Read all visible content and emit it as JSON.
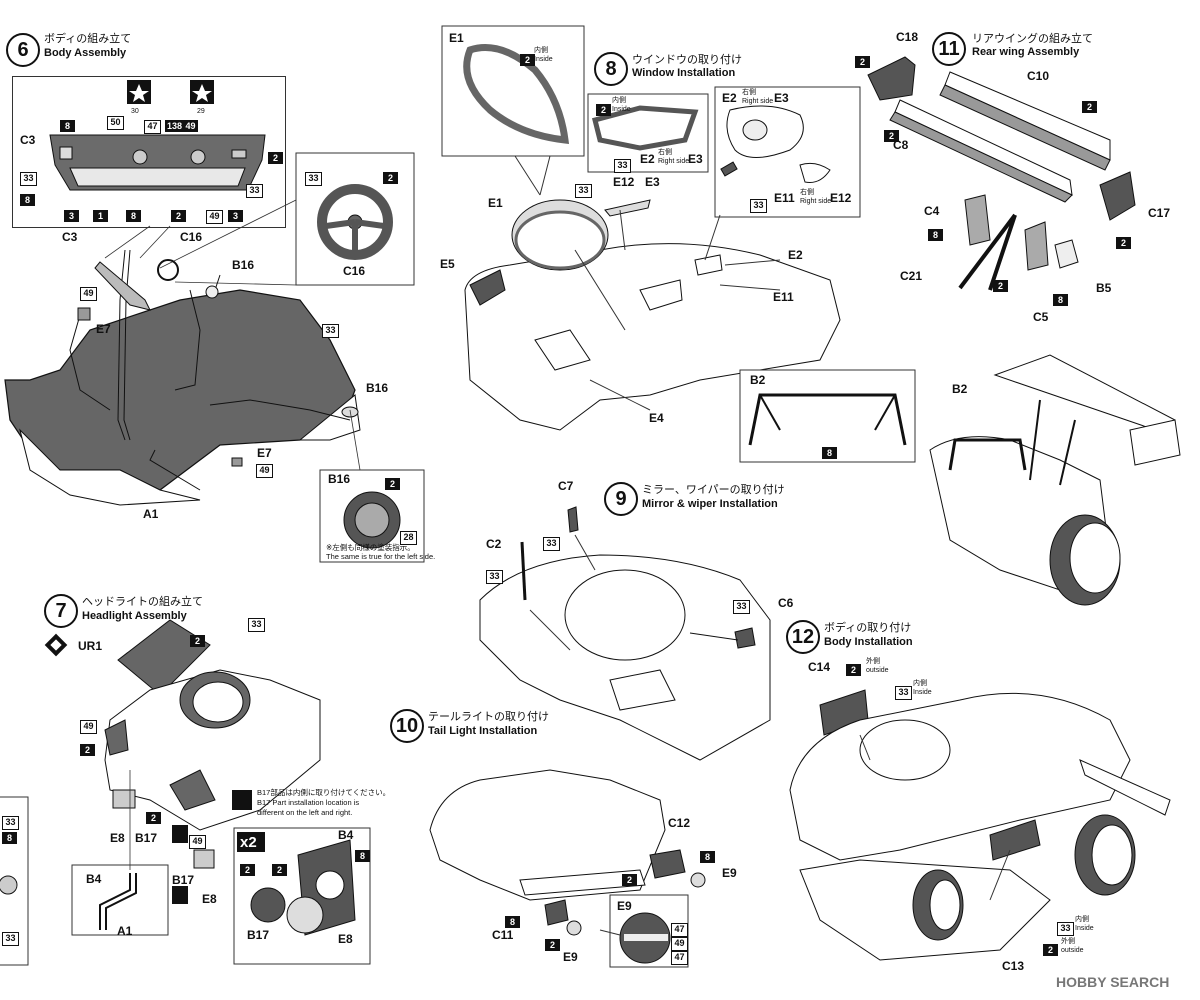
{
  "steps": [
    {
      "number": "6",
      "jp": "ボディの組み立て",
      "en": "Body Assembly"
    },
    {
      "number": "7",
      "jp": "ヘッドライトの組み立て",
      "en": "Headlight  Assembly"
    },
    {
      "number": "8",
      "jp": "ウインドウの取り付け",
      "en": "Window Installation"
    },
    {
      "number": "9",
      "jp": "ミラー、ワイパーの取り付け",
      "en": "Mirror & wiper Installation"
    },
    {
      "number": "10",
      "jp": "テールライトの取り付け",
      "en": "Tail Light Installation"
    },
    {
      "number": "11",
      "jp": "リアウイングの組み立て",
      "en": "Rear wing Assembly"
    },
    {
      "number": "12",
      "jp": "ボディの取り付け",
      "en": "Body Installation"
    }
  ],
  "paint_codes": {
    "c1": "1",
    "c2": "2",
    "c3": "3",
    "c8": "8",
    "c28": "28",
    "c29": "29",
    "c30": "30",
    "c33": "33",
    "c47": "47",
    "c49": "49",
    "c50": "50",
    "c138": "138"
  },
  "parts": {
    "A1": "A1",
    "B2": "B2",
    "B4": "B4",
    "B5": "B5",
    "B16": "B16",
    "B17": "B17",
    "C2": "C2",
    "C3": "C3",
    "C4": "C4",
    "C5": "C5",
    "C6": "C6",
    "C7": "C7",
    "C8": "C8",
    "C10": "C10",
    "C11": "C11",
    "C12": "C12",
    "C13": "C13",
    "C14": "C14",
    "C16": "C16",
    "C17": "C17",
    "C18": "C18",
    "C21": "C21",
    "E1": "E1",
    "E2": "E2",
    "E3": "E3",
    "E4": "E4",
    "E5": "E5",
    "E7": "E7",
    "E8": "E8",
    "E9": "E9",
    "E11": "E11",
    "E12": "E12",
    "UR1": "UR1"
  },
  "labels": {
    "inside_jp": "内側",
    "inside_en": "Inside",
    "outside_jp": "外側",
    "outside_en": "outside",
    "right_jp": "右側",
    "right_en": "Right side",
    "x2": "x2"
  },
  "notes": {
    "b16_jp": "※左側も同様の塗装指示。",
    "b16_en": "The same is true for the left side.",
    "b17_jp": "B17部品は内側に取り付けてください。",
    "b17_en1": "B17 Part installation location is",
    "b17_en2": "different on the left and right."
  },
  "watermark": "HOBBY SEARCH",
  "colors": {
    "line": "#111111",
    "part_fill": "#6b6b6b",
    "light_fill": "#dcdcdc"
  }
}
